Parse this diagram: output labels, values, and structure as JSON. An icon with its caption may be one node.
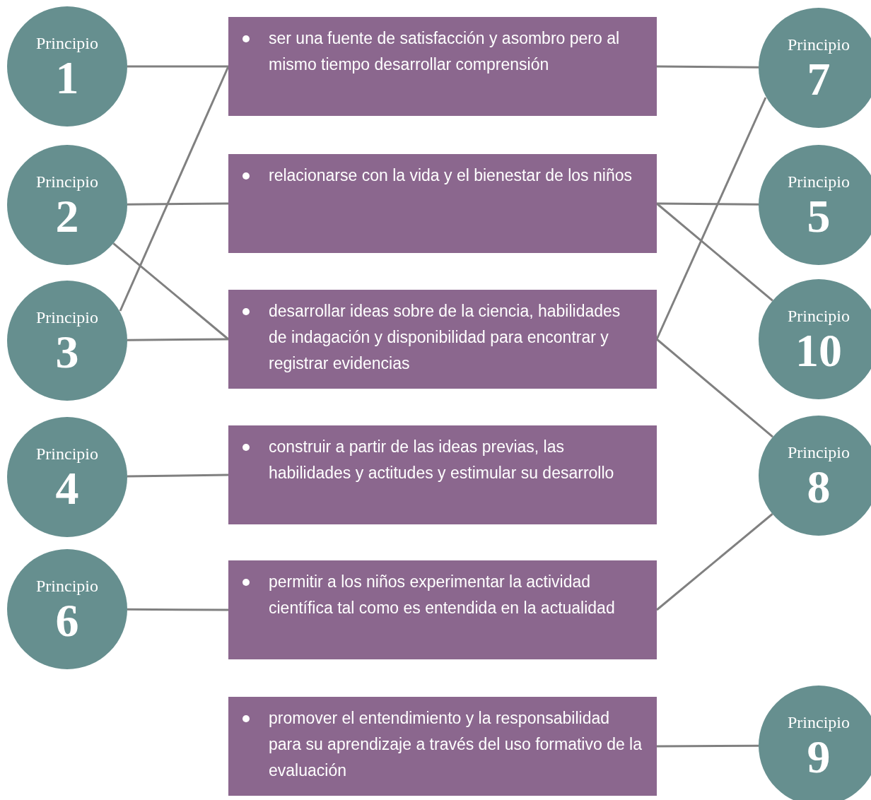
{
  "diagram": {
    "nodes": [
      {
        "text": [
          "Principio",
          "1"
        ]
      },
      {
        "text": [
          "ser una fuente de satisfacción y asombro pero al mismo tiempo desarrollar comprensión"
        ]
      },
      {
        "text": [
          "Principio",
          "7"
        ]
      },
      {
        "text": [
          "Principio",
          "2"
        ]
      },
      {
        "text": [
          "relacionarse con la vida y el bienestar de los niños"
        ]
      },
      {
        "text": [
          "Principio",
          "5"
        ]
      },
      {
        "text": [
          "Principio",
          "3"
        ]
      },
      {
        "text": [
          "desarrollar ideas sobre de la ciencia, habilidades de indagación y disponibilidad para encontrar y registrar evidencias"
        ]
      },
      {
        "text": [
          "Principio",
          "10"
        ]
      },
      {
        "text": [
          "Principio",
          "4"
        ]
      },
      {
        "text": [
          "construir a partir de las ideas previas, las habilidades y actitudes y estimular su desarrollo"
        ]
      },
      {
        "text": [
          "Principio",
          "8"
        ]
      },
      {
        "text": [
          "Principio",
          "6"
        ]
      },
      {
        "text": [
          "permitir a los niños experimentar la actividad científica tal como es entendida en la actualidad"
        ]
      },
      {
        "text": [
          "promover el entendimiento y la responsabilidad para su aprendizaje a través del uso formativo de la evaluación"
        ]
      },
      {
        "text": [
          "Principio",
          "9"
        ]
      }
    ],
    "edges": [
      {
        "from": 0,
        "to": 1,
        "arrow": "none"
      },
      {
        "from": 6,
        "to": 1,
        "arrow": "none"
      },
      {
        "from": 3,
        "to": 4,
        "arrow": "none"
      },
      {
        "from": 3,
        "to": 7,
        "arrow": "none"
      },
      {
        "from": 6,
        "to": 7,
        "arrow": "none"
      },
      {
        "from": 9,
        "to": 10,
        "arrow": "none"
      },
      {
        "from": 12,
        "to": 13,
        "arrow": "none"
      },
      {
        "from": 1,
        "to": 2,
        "arrow": "none"
      },
      {
        "from": 4,
        "to": 5,
        "arrow": "none"
      },
      {
        "from": 4,
        "to": 8,
        "arrow": "none"
      },
      {
        "from": 7,
        "to": 2,
        "arrow": "none"
      },
      {
        "from": 7,
        "to": 11,
        "arrow": "none"
      },
      {
        "from": 13,
        "to": 11,
        "arrow": "none"
      },
      {
        "from": 14,
        "to": 15,
        "arrow": "none"
      }
    ]
  }
}
